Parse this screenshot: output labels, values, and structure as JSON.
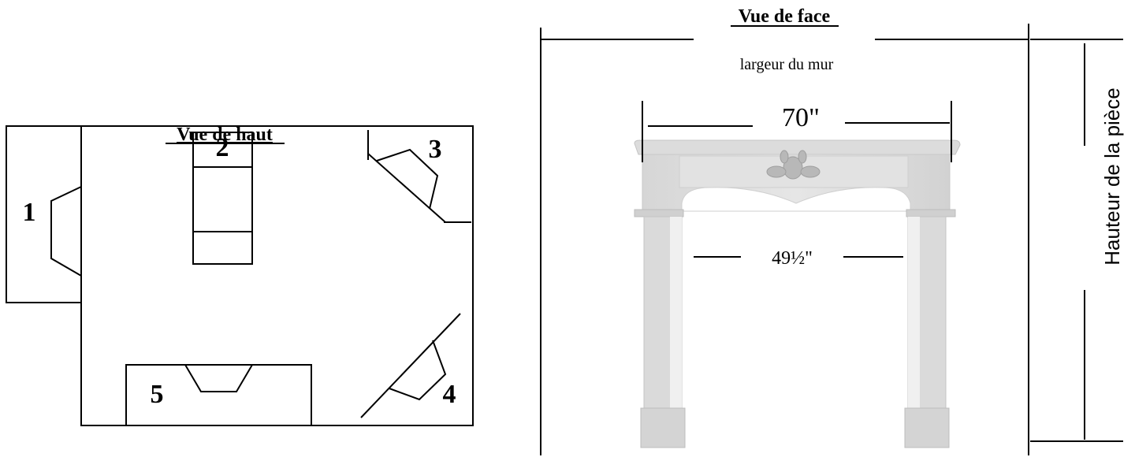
{
  "top_view": {
    "title": "Vue de haut",
    "positions": [
      "1",
      "2",
      "3",
      "4",
      "5"
    ]
  },
  "front_view": {
    "title": "Vue de face",
    "wall_width_label": "largeur du mur",
    "mantel_width": "70\"",
    "opening_width": "49½\"",
    "room_height_label": "Hauteur de la pièce"
  }
}
